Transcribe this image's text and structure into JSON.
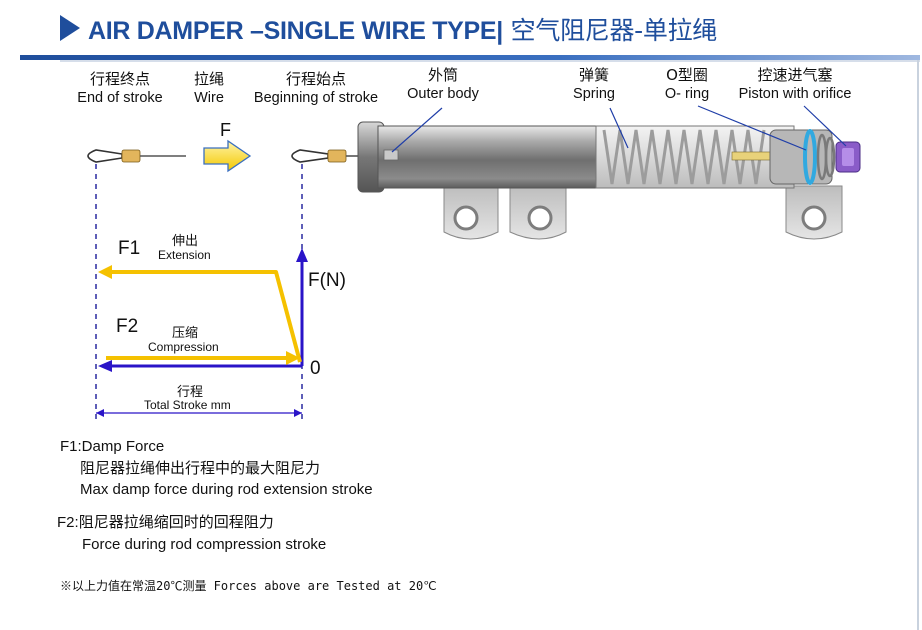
{
  "title": {
    "main": "AIR DAMPER –SINGLE WIRE TYPE|",
    "cn": " 空气阻尼器-单拉绳"
  },
  "labels": {
    "end_of_stroke": {
      "cn": "行程终点",
      "en": "End of stroke"
    },
    "wire": {
      "cn": "拉绳",
      "en": "Wire"
    },
    "beginning_of_stroke": {
      "cn": "行程始点",
      "en": "Beginning of stroke"
    },
    "outer_body": {
      "cn": "外筒",
      "en": "Outer body"
    },
    "spring": {
      "cn": "弹簧",
      "en": "Spring"
    },
    "o_ring": {
      "cn": "O型圈",
      "en": "O- ring"
    },
    "piston": {
      "cn": "控速进气塞",
      "en": "Piston with orifice"
    },
    "f_arrow": "F"
  },
  "graph": {
    "y_label": "F(N)",
    "origin": "0",
    "f1": {
      "label": "F1",
      "cn": "伸出",
      "en": "Extension"
    },
    "f2": {
      "label": "F2",
      "cn": "压缩",
      "en": "Compression"
    },
    "x_label": {
      "cn": "行程",
      "en": "Total Stroke mm"
    }
  },
  "notes": {
    "f1_title": "F1:Damp Force",
    "f1_cn": "阻尼器拉绳伸出行程中的最大阻尼力",
    "f1_en": "Max damp force during rod extension stroke",
    "f2_title": "F2:",
    "f2_cn": "阻尼器拉绳缩回时的回程阻力",
    "f2_en": "Force during rod compression stroke",
    "footer": "※以上力值在常温20℃测量 Forces above are Tested at 20℃"
  },
  "colors": {
    "title_blue": "#1f4e9c",
    "yellow": "#f5c100",
    "axis_blue": "#2a14c8",
    "oring_blue": "#31a9e0"
  }
}
